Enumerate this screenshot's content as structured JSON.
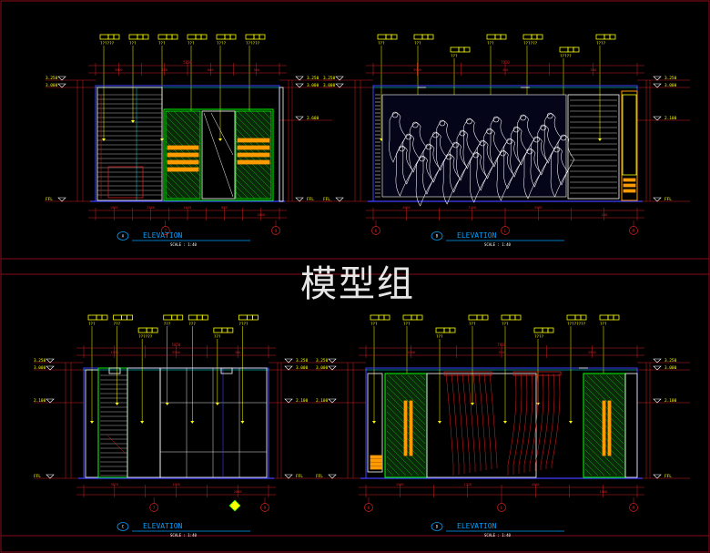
{
  "watermark": "模型组",
  "colors": {
    "background": "#000000",
    "frame": "#b01020",
    "dim": "#d02020",
    "tag": "#ffff00",
    "leader": "#ffff00",
    "wall": "#4040ff",
    "cyan": "#00ffff",
    "green": "#00ff00",
    "orange": "#ff9a00",
    "white": "#ffffff",
    "title": "#00a0ff"
  },
  "panels": [
    {
      "id": "A",
      "title": "ELEVATION",
      "scale": "SCALE : 1:40",
      "tags": [
        "??????",
        "???",
        "???",
        "???",
        "????",
        "??????"
      ],
      "levels": [
        "3.250",
        "3.000",
        "FFL"
      ],
      "right_levels": [
        "3.250",
        "3.000",
        "2.600",
        "FFL"
      ],
      "top_dims": [
        "5850",
        "3900",
        "450",
        "600",
        "300"
      ],
      "bottom_dims": [
        "1905",
        "2100",
        "1640",
        "600",
        "2600"
      ],
      "grid": [
        "7",
        "9"
      ]
    },
    {
      "id": "B",
      "title": "ELEVATION",
      "scale": "SCALE : 1:40",
      "tags": [
        "???",
        "???",
        "???",
        "???",
        "??????",
        "?????",
        "????"
      ],
      "levels": [
        "3.250",
        "3.000",
        "FFL"
      ],
      "right_levels": [
        "3.250",
        "3.000",
        "2.100",
        "FFL"
      ],
      "top_dims": [
        "7950",
        "3900",
        "450",
        "300"
      ],
      "bottom_dims": [
        "4560",
        "3250",
        "3500",
        "100"
      ],
      "grid": [
        "K",
        "L",
        "M"
      ]
    },
    {
      "id": "C",
      "title": "ELEVATION",
      "scale": "SCALE : 1:40",
      "tags": [
        "???",
        "???",
        "??????",
        "???",
        "???",
        "???",
        "????"
      ],
      "levels": [
        "3.250",
        "3.000",
        "2.100",
        "FFL"
      ],
      "right_levels": [
        "3.250",
        "3.000",
        "2.100",
        "FFL"
      ],
      "top_dims": [
        "5850",
        "1930",
        "3900",
        "300"
      ],
      "bottom_dims": [
        "3875",
        "1950",
        "2600"
      ],
      "grid": [
        "7",
        "9"
      ]
    },
    {
      "id": "D",
      "title": "ELEVATION",
      "scale": "SCALE : 1:40",
      "tags": [
        "???",
        "???",
        "???",
        "???",
        "???",
        "????",
        "????????",
        "???"
      ],
      "levels": [
        "3.250",
        "3.000",
        "2.100",
        "FFL"
      ],
      "right_levels": [
        "3.250",
        "3.000",
        "2.100",
        "FFL"
      ],
      "top_dims": [
        "7950",
        "1100",
        "920",
        "2940"
      ],
      "bottom_dims": [
        "1560",
        "1320",
        "4500",
        "1500"
      ],
      "grid": [
        "K",
        "L",
        "M"
      ]
    }
  ]
}
